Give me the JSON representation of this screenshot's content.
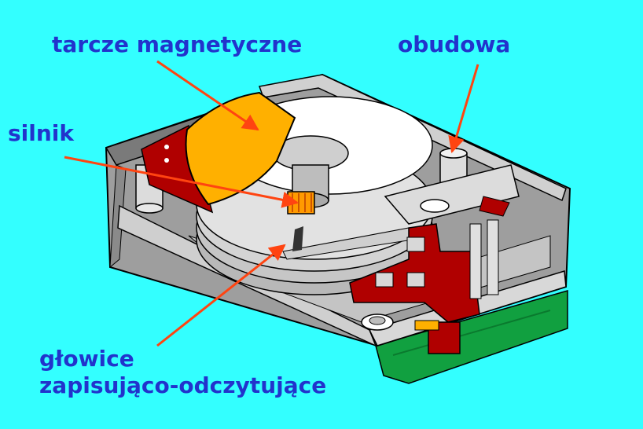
{
  "labels": {
    "platters": "tarcze magnetyczne",
    "housing": "obudowa",
    "motor": "silnik",
    "heads_line1": "głowice",
    "heads_line2": "zapisująco-odczytujące"
  },
  "colors": {
    "background": "#33ffff",
    "label_text": "#2233cc",
    "arrow": "#ff4411",
    "platter": "#ffb000",
    "actuator": "#b00000",
    "housing": "#bdbdbd",
    "pcb": "#11a040"
  }
}
